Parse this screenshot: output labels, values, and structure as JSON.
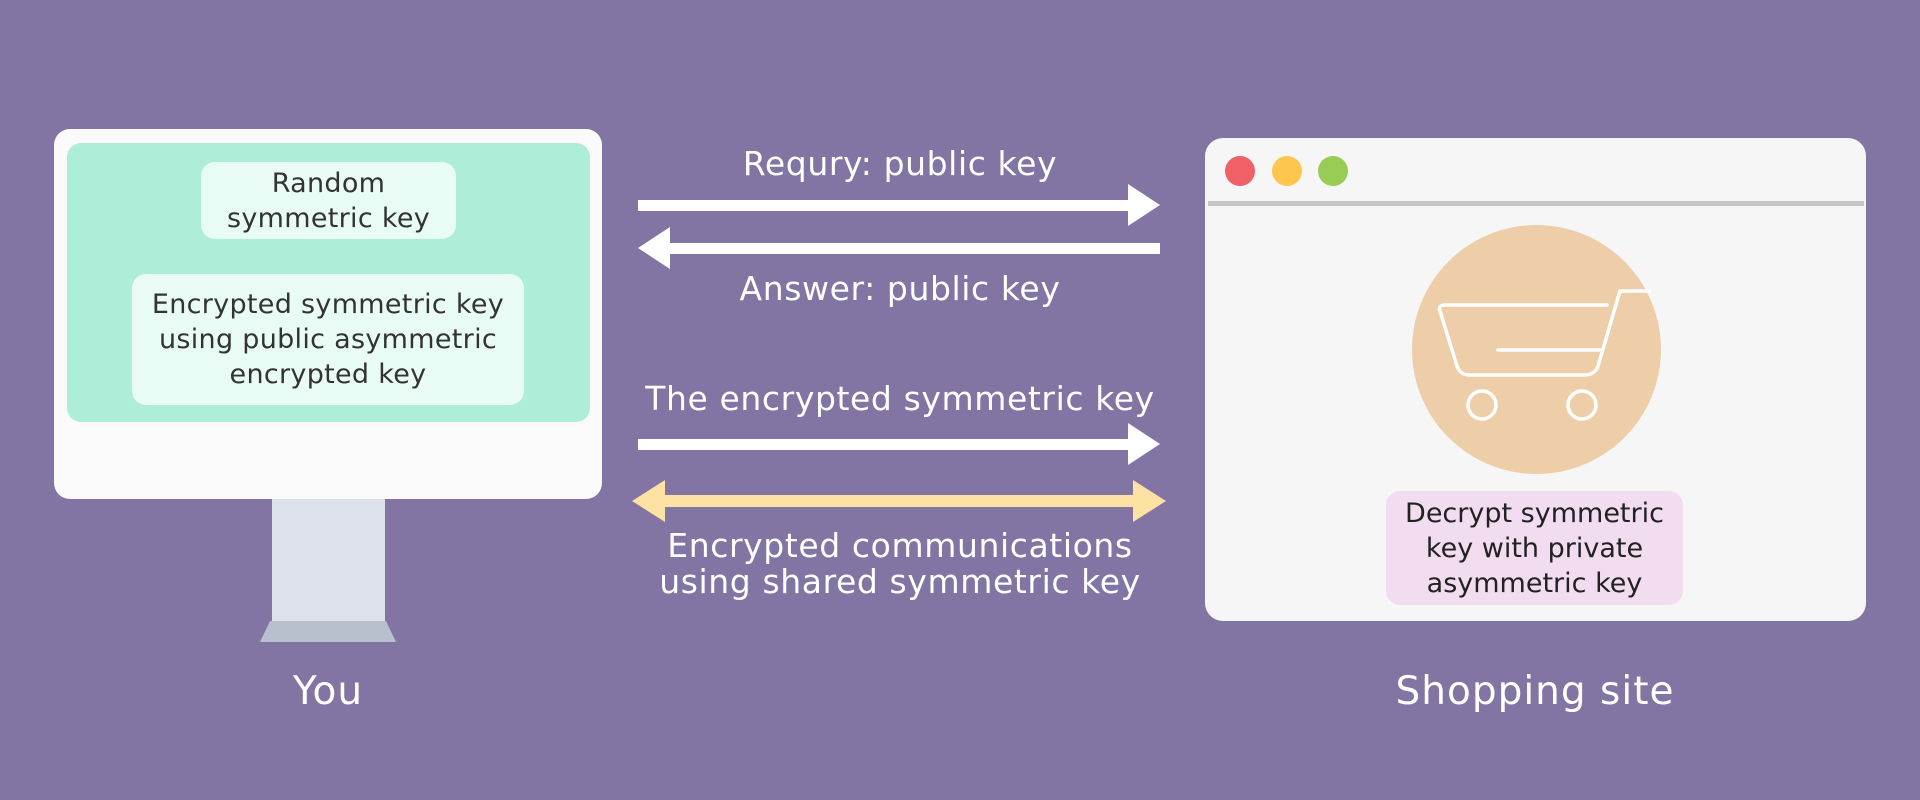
{
  "client": {
    "note_random": "Random\nsymmetric key",
    "note_encrypted": "Encrypted symmetric key\nusing public asymmetric\nencrypted key",
    "caption": "You"
  },
  "flows": {
    "request_label": "Requry: public key",
    "answer_label": "Answer: public key",
    "symmetric_label": "The encrypted symmetric key",
    "communication_label": "Encrypted communications\nusing shared symmetric key"
  },
  "server": {
    "note_decrypt": "Decrypt symmetric\nkey with private\nasymmetric key",
    "caption": "Shopping site",
    "icon": "shopping-cart-icon"
  },
  "colors": {
    "background": "#8275a3",
    "client_screen": "#aeeed8",
    "arrow": "#ffffff",
    "secure_arrow": "#fde2a3",
    "decrypt_note": "#f1ddef",
    "cart_circle": "#edcea9"
  }
}
